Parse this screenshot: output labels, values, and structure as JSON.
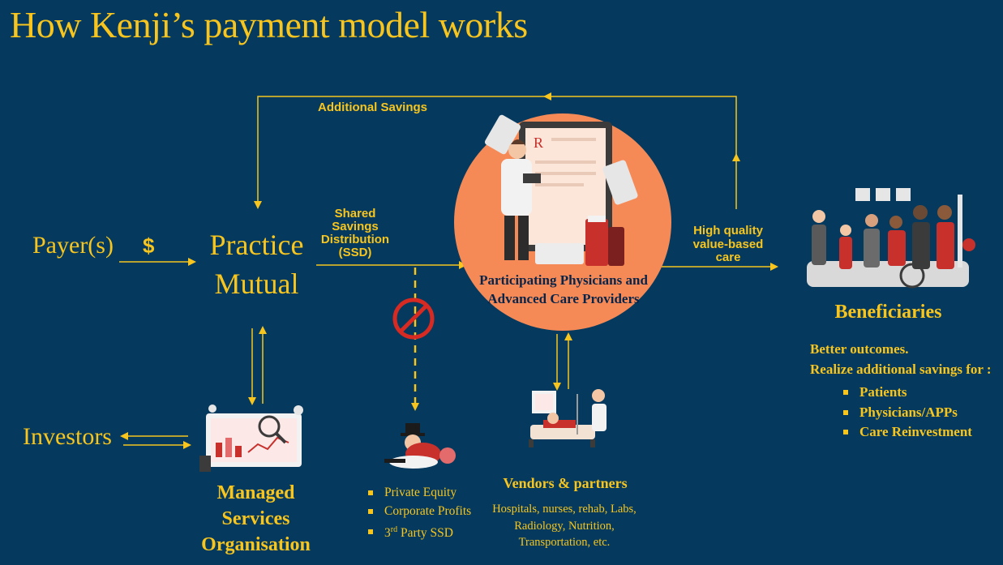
{
  "title": "How Kenji’s payment model works",
  "nodes": {
    "payers": "Payer(s)",
    "dollar": "$",
    "practice_mutual_line1": "Practice",
    "practice_mutual_line2": "Mutual",
    "investors": "Investors",
    "mso_line1": "Managed",
    "mso_line2": "Services",
    "mso_line3": "Organisation",
    "providers_line1": "Participating Physicians and",
    "providers_line2": "Advanced Care Providers",
    "beneficiaries": "Beneficiaries",
    "vendors": "Vendors & partners"
  },
  "edges": {
    "additional_savings": "Additional Savings",
    "ssd_line1": "Shared",
    "ssd_line2": "Savings",
    "ssd_line3": "Distribution",
    "ssd_line4": "(SSD)",
    "hq_line1": "High quality",
    "hq_line2": "value-based",
    "hq_line3": "care"
  },
  "beneficiaries_info": {
    "line1": "Better outcomes.",
    "line2": "Realize additional savings for :",
    "items": [
      "Patients",
      "Physicians/APPs",
      "Care Reinvestment"
    ]
  },
  "prohibited": {
    "items": [
      "Private Equity",
      "Corporate Profits",
      "3rd Party SSD"
    ],
    "item3_sup": "rd",
    "item3_pre": "3",
    "item3_post": " Party SSD"
  },
  "vendors_info": {
    "line1": "Hospitals, nurses, rehab, Labs,",
    "line2": "Radiology, Nutrition,",
    "line3": "Transportation, etc."
  },
  "colors": {
    "background": "#053a5e",
    "accent": "#f7c51e",
    "circle": "#f68a56",
    "prohibit": "#d72a22"
  }
}
